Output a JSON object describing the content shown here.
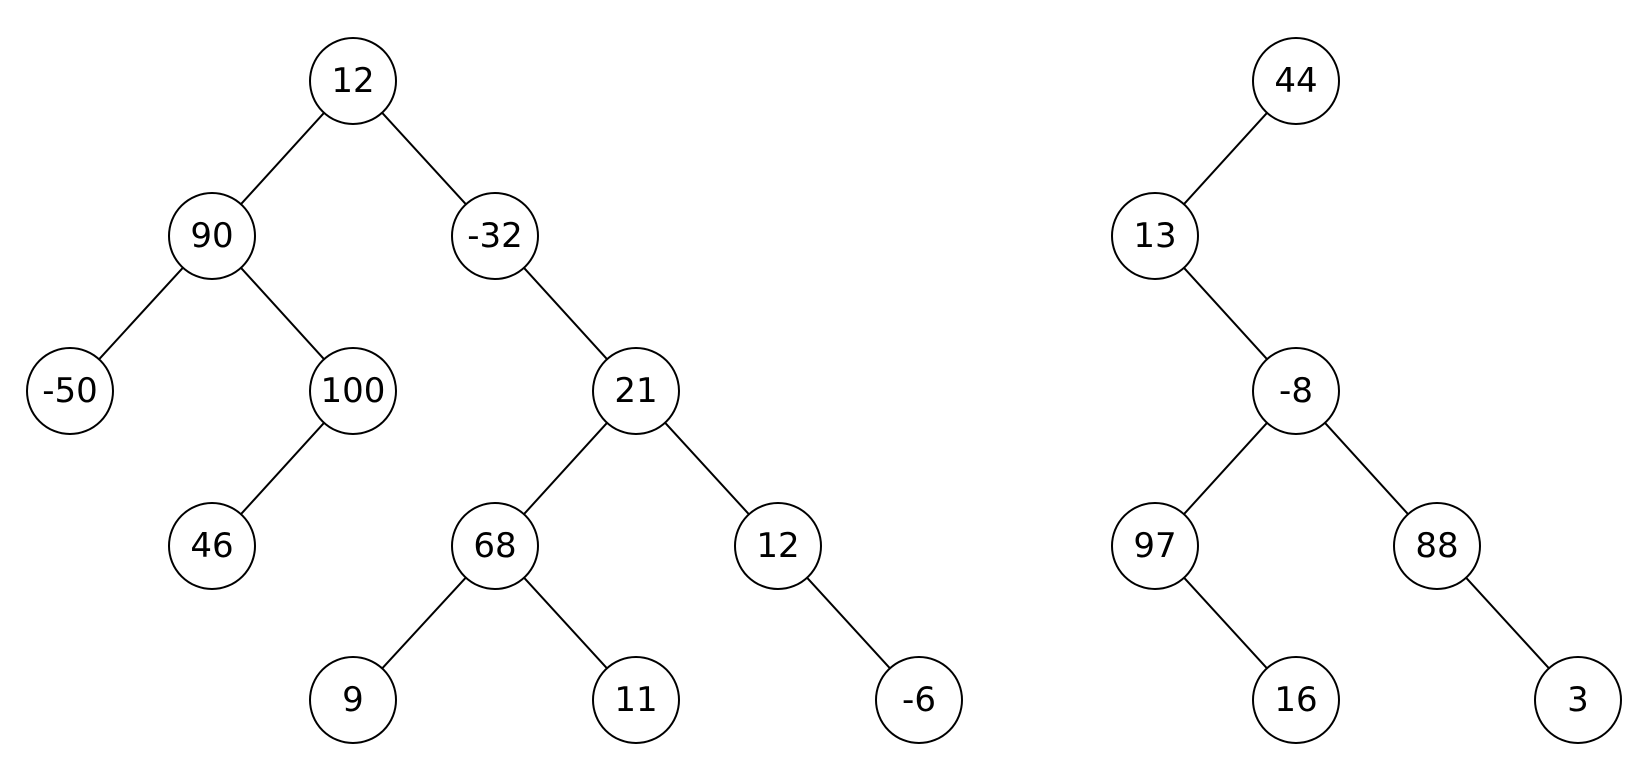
{
  "colors": {
    "background": "#ffffff",
    "stroke": "#000000",
    "node_fill": "#ffffff",
    "text": "#000000"
  },
  "trees": [
    {
      "name": "left-tree",
      "nodes": [
        {
          "id": "n12a",
          "label": "12"
        },
        {
          "id": "n90",
          "label": "90"
        },
        {
          "id": "nm32",
          "label": "-32"
        },
        {
          "id": "nm50",
          "label": "-50"
        },
        {
          "id": "n100",
          "label": "100"
        },
        {
          "id": "n21",
          "label": "21"
        },
        {
          "id": "n46",
          "label": "46"
        },
        {
          "id": "n68",
          "label": "68"
        },
        {
          "id": "n12b",
          "label": "12"
        },
        {
          "id": "n9",
          "label": "9"
        },
        {
          "id": "n11",
          "label": "11"
        },
        {
          "id": "nm6",
          "label": "-6"
        }
      ],
      "edges": [
        [
          "n12a",
          "n90"
        ],
        [
          "n12a",
          "nm32"
        ],
        [
          "n90",
          "nm50"
        ],
        [
          "n90",
          "n100"
        ],
        [
          "n100",
          "n46"
        ],
        [
          "nm32",
          "n21"
        ],
        [
          "n21",
          "n68"
        ],
        [
          "n21",
          "n12b"
        ],
        [
          "n68",
          "n9"
        ],
        [
          "n68",
          "n11"
        ],
        [
          "n12b",
          "nm6"
        ]
      ]
    },
    {
      "name": "right-tree",
      "nodes": [
        {
          "id": "n44",
          "label": "44"
        },
        {
          "id": "n13",
          "label": "13"
        },
        {
          "id": "nm8",
          "label": "-8"
        },
        {
          "id": "n97",
          "label": "97"
        },
        {
          "id": "n88",
          "label": "88"
        },
        {
          "id": "n16",
          "label": "16"
        },
        {
          "id": "n3",
          "label": "3"
        }
      ],
      "edges": [
        [
          "n44",
          "n13"
        ],
        [
          "n13",
          "nm8"
        ],
        [
          "nm8",
          "n97"
        ],
        [
          "nm8",
          "n88"
        ],
        [
          "n97",
          "n16"
        ],
        [
          "n88",
          "n3"
        ]
      ]
    }
  ]
}
